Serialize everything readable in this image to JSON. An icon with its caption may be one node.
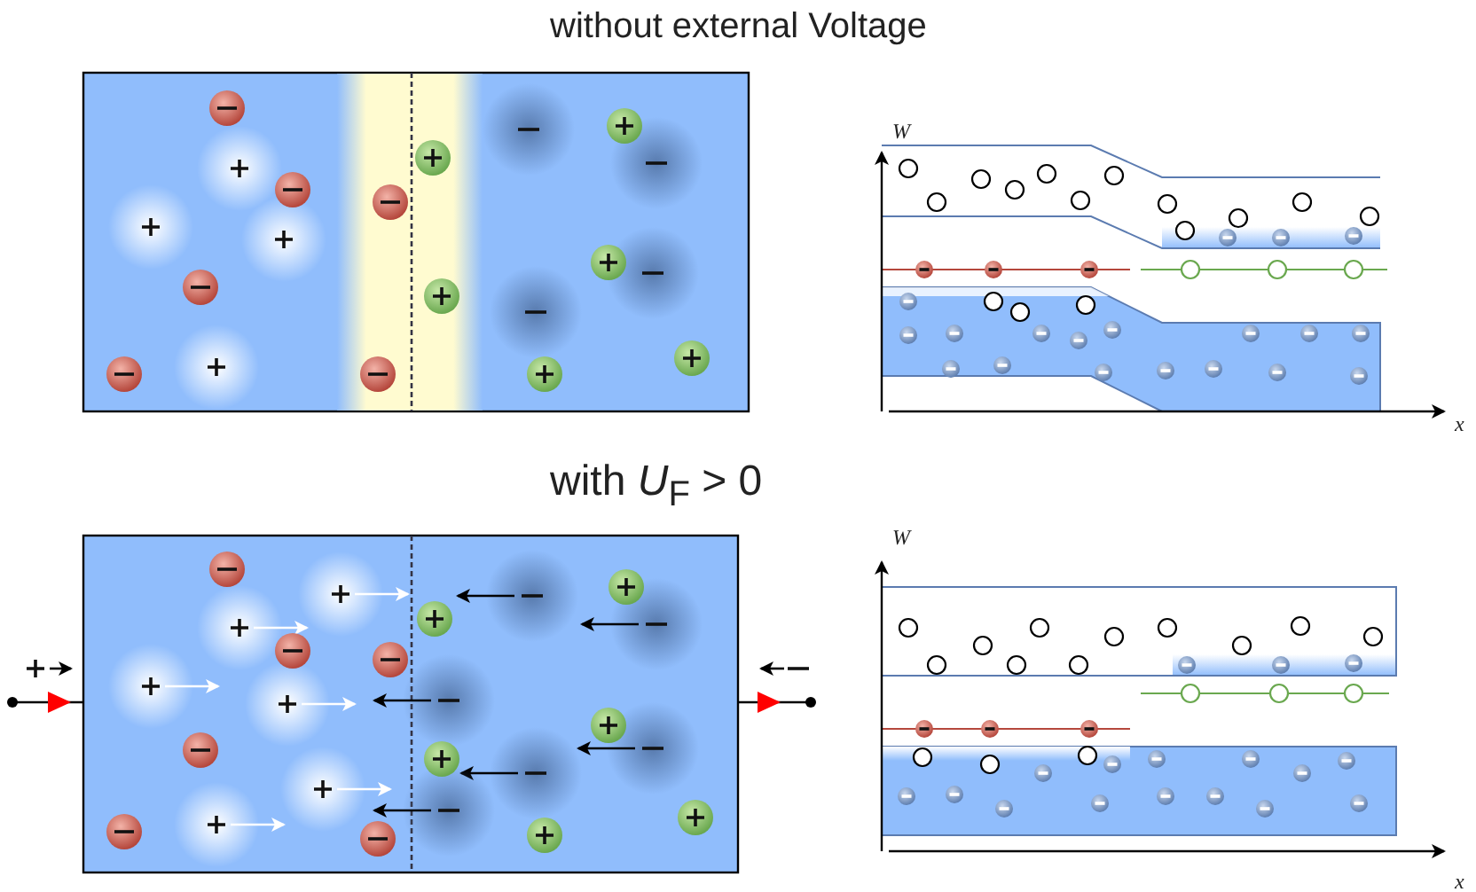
{
  "diagram": {
    "labels": [
      "without external Voltage",
      "with *U*$_{F}$ > 0",
      "W",
      "x",
      "W",
      "x"
    ]
  }
}
